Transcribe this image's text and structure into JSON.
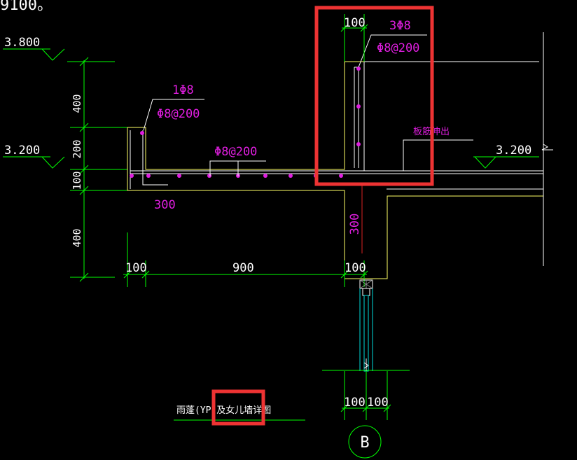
{
  "header_fragment": "9100。",
  "elevations": {
    "top_left": "3.800",
    "mid_left": "3.200",
    "mid_right": "3.200"
  },
  "vertical_dims": {
    "d400_top": "400",
    "d200": "200",
    "d100": "100",
    "d400_bottom": "400",
    "d300_col": "300"
  },
  "horizontal_dims": {
    "d100_left": "100",
    "d900": "900",
    "d100_right": "100",
    "d100_top": "100",
    "d300_inner": "300",
    "d100_a": "100",
    "d100_b": "100"
  },
  "rebar_labels": {
    "left_main": "1Φ8",
    "left_dist": "Φ8@200",
    "slab_dist": "Φ8@200",
    "parapet_main": "3Φ8",
    "parapet_dist": "Φ8@200",
    "slab_note": "板筋伸出"
  },
  "title": "雨蓬(YP)及女儿墙详图",
  "axis_label": "B",
  "colors": {
    "line_white": "#ffffff",
    "line_green": "#00ff00",
    "line_yellow": "#ffff66",
    "text_magenta": "#e01ee0",
    "highlight_red": "#ee3333",
    "line_cyan": "#00dddd"
  }
}
